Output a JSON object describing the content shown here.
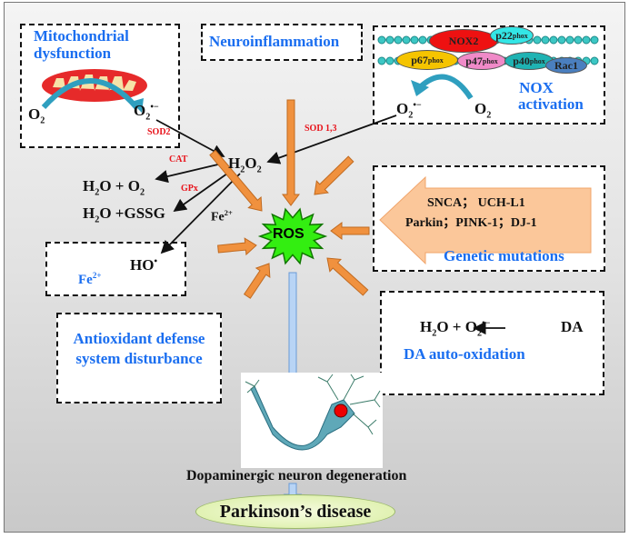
{
  "boxes": {
    "mito": {
      "title1": "Mitochondrial",
      "title2": "dysfunction",
      "o2": "O",
      "o2_sub": "2",
      "sup_label": "O",
      "sup_sub": "2",
      "sup_sup": "•−"
    },
    "neuroinflammation": {
      "title": "Neuroinflammation"
    },
    "nox": {
      "title1": "NOX",
      "title2": "activation",
      "proteins": [
        {
          "name": "NOX2",
          "sup": ""
        },
        {
          "name": "p22",
          "sup": "phox"
        },
        {
          "name": "p67",
          "sup": "phox"
        },
        {
          "name": "p47",
          "sup": "phox"
        },
        {
          "name": "p40",
          "sup": "phox"
        },
        {
          "name": "Rac1",
          "sup": ""
        }
      ],
      "o2": "O",
      "o2_sub": "2",
      "sup_label": "O",
      "sup_sub": "2",
      "sup_sup": "•−"
    },
    "genetic": {
      "line1": "SNCA； UCH-L1",
      "line2": "Parkin；PINK-1；DJ-1",
      "title": "Genetic mutations"
    },
    "fenton": {
      "ho": "HO",
      "ho_sup": "•",
      "fe": "Fe",
      "fe_sup": "2+"
    },
    "antioxidant": {
      "line1": "Antioxidant defense",
      "line2": "system disturbance"
    },
    "da": {
      "eq_h": "H",
      "eq_2": "2",
      "eq_o": "O + O",
      "eq_2b": "2",
      "eq_sup": "•−",
      "da": "DA",
      "title": "DA auto-oxidation"
    }
  },
  "center": {
    "h2o2_h": "H",
    "h2o2_2": "2",
    "h2o2_o": "O",
    "h2o2_2b": "2",
    "ros": "ROS",
    "p1_a": "H",
    "p1_b": "2",
    "p1_c": "O + O",
    "p1_d": "2",
    "p2_a": "H",
    "p2_b": "2",
    "p2_c": "O +GSSG",
    "fe": "Fe",
    "fe_sup": "2+"
  },
  "enzymes": {
    "sod2": "SOD2",
    "sod13": "SOD 1,3",
    "cat": "CAT",
    "gpx": "GPx"
  },
  "outcome": {
    "degeneration": "Dopaminergic neuron degeneration",
    "disease": "Parkinson’s disease"
  },
  "colors": {
    "arrow_orange": "#f0913e",
    "ros_green": "#33ee11",
    "label_blue": "#1a6ef0",
    "enzyme_red": "#e8131b"
  }
}
